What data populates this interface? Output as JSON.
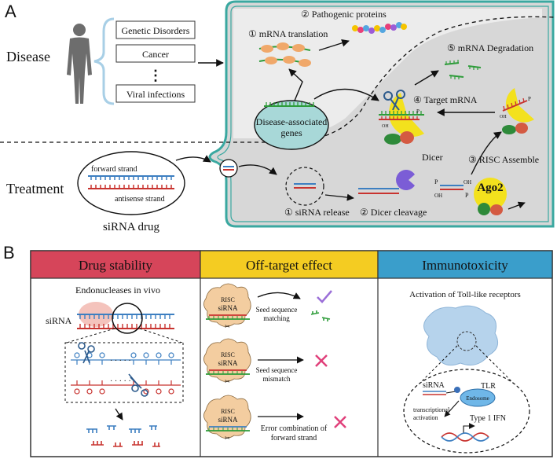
{
  "panel_a": {
    "letter": "A",
    "disease_label": "Disease",
    "treatment_label": "Treatment",
    "conditions": [
      "Genetic Disorders",
      "Cancer",
      "⋮",
      "Viral infections"
    ],
    "sirna_drug": {
      "forward": "forward strand",
      "antisense": "antisense strand",
      "caption": "siRNA drug"
    },
    "steps": {
      "mrna_translation": "① mRNA translation",
      "pathogenic_proteins": "② Pathogenic proteins",
      "mrna_degradation": "⑤ mRNA Degradation",
      "target_mrna": "④ Target mRNA",
      "disease_genes_1": "Disease-associated",
      "disease_genes_2": "genes",
      "risc_assemble": "③ RISC Assemble",
      "dicer": "Dicer",
      "ago2": "Ago2",
      "sirna_release": "① siRNA release",
      "dicer_cleavage": "② Dicer cleavage"
    }
  },
  "panel_b": {
    "letter": "B",
    "headers": {
      "stability": "Drug stability",
      "offtarget": "Off-target effect",
      "immuno": "Immunotoxicity"
    },
    "header_colors": {
      "stability": "#d6455a",
      "offtarget": "#f4cc22",
      "immuno": "#3a9ecb"
    },
    "stability": {
      "title": "Endonucleases in vivo",
      "sirna": "siRNA"
    },
    "offtarget": {
      "risc": "RISC",
      "sirna": "siRNA",
      "case1_1": "Seed sequence",
      "case1_2": "matching",
      "case2_1": "Seed sequence",
      "case2_2": "mismatch",
      "case3_1": "Error combination of",
      "case3_2": "forward strand"
    },
    "immuno": {
      "title": "Activation of Toll-like receptors",
      "sirna": "siRNA",
      "tlr": "TLR",
      "endosome": "Endosome",
      "ta_1": "transcriptional",
      "ta_2": "activation",
      "ifn": "Type 1 IFN"
    }
  }
}
